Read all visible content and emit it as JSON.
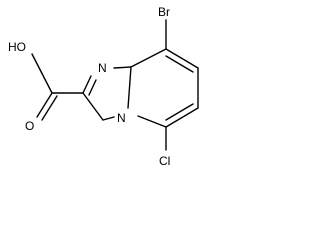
{
  "molecule": {
    "atoms": {
      "hydroxyl": "HO",
      "carbonyl_oxygen": "O",
      "imidazole_nitrogen": "N",
      "bridgehead_nitrogen": "N",
      "bromine": "Br",
      "chlorine": "Cl"
    }
  },
  "colors": {
    "bond": "#000000",
    "label": "#000000",
    "background": "#ffffff"
  }
}
